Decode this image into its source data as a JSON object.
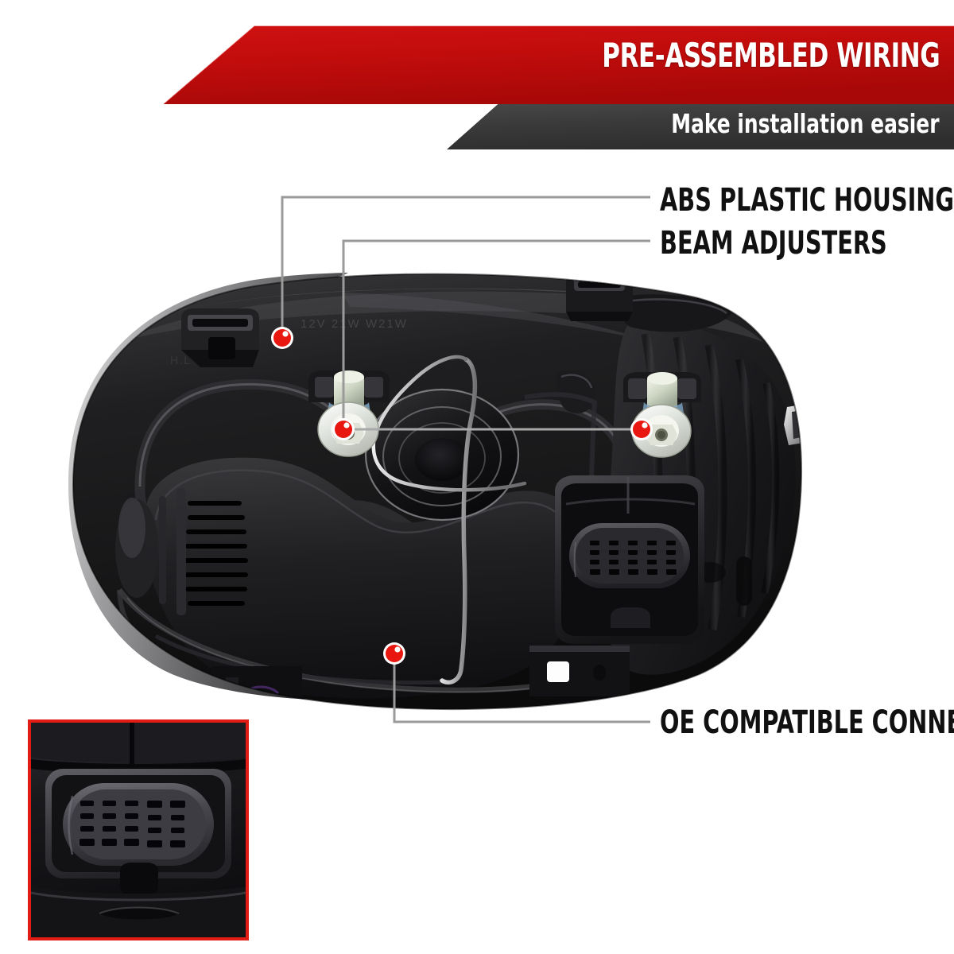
{
  "banner": {
    "title": "PRE-ASSEMBLED WIRING",
    "subtitle": "Make installation easier",
    "red_color": "#C10C0C",
    "dark_color": "#383838"
  },
  "callouts": [
    {
      "id": "abs-plastic-housing",
      "label": "ABS PLASTIC HOUSING"
    },
    {
      "id": "beam-adjusters",
      "label": "BEAM ADJUSTERS"
    },
    {
      "id": "oe-compatible-connector",
      "label": "OE COMPATIBLE CONNECTOR"
    }
  ],
  "markers": {
    "housing_dot": "red-marker-dot",
    "beam_left_dot": "red-marker-dot",
    "beam_right_dot": "red-marker-dot",
    "connector_dot": "red-marker-dot"
  },
  "product": {
    "name": "headlight-housing-assembly",
    "molded_text_top": "12V 21W W21W",
    "molded_text_side": "H.L",
    "body_color": "#141414",
    "adjuster_color": "#e8eae4"
  },
  "inset": {
    "name": "connector-closeup",
    "border_color": "#e21b14",
    "pin_rows": 2,
    "pin_columns": 5
  },
  "leader_color": "#8c8c8c",
  "leader_accent_color": "#e00000"
}
